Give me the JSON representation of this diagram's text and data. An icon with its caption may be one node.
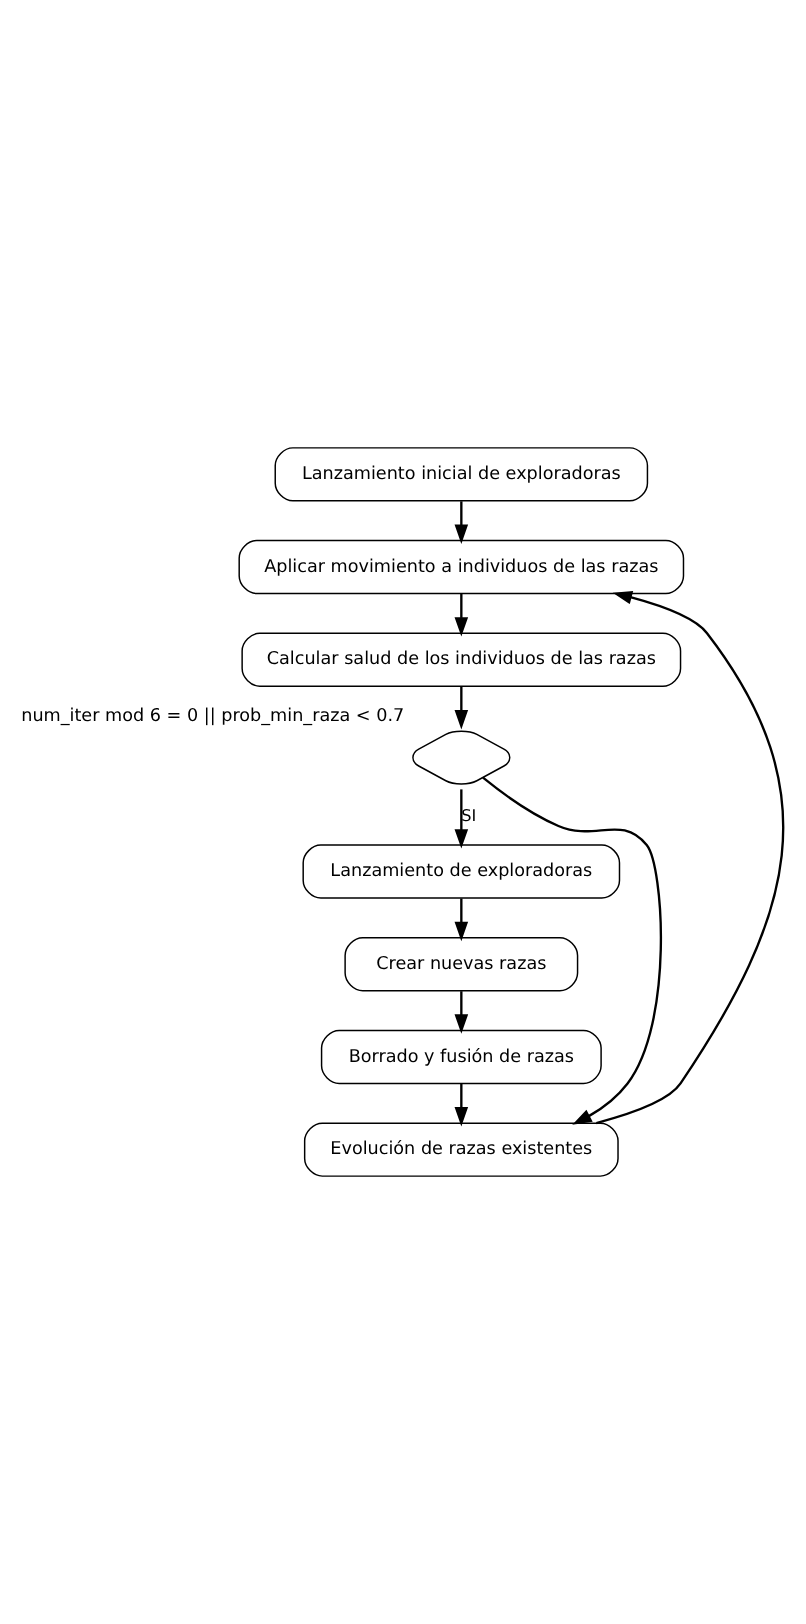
{
  "diagram": {
    "nodes": [
      {
        "text": [
          "Lanzamiento inicial de exploradoras"
        ]
      },
      {
        "text": [
          "Aplicar movimiento a individuos de las razas"
        ]
      },
      {
        "text": [
          "Calcular salud de los individuos de las razas"
        ]
      },
      {
        "text": [],
        "shape": "diamond",
        "beside": [
          "num_iter mod 6 = 0 || prob_min_raza < 0.7"
        ]
      },
      {
        "text": [
          "Lanzamiento de exploradoras"
        ]
      },
      {
        "text": [
          "Crear nuevas razas"
        ]
      },
      {
        "text": [
          "Borrado y fusión de razas"
        ]
      },
      {
        "text": [
          "Evolución de razas existentes"
        ]
      }
    ],
    "edges": [
      {
        "from": 0,
        "to": 1,
        "arrow": "to"
      },
      {
        "from": 1,
        "to": 2,
        "arrow": "to"
      },
      {
        "from": 2,
        "to": 3,
        "arrow": "to"
      },
      {
        "from": 3,
        "to": 4,
        "arrow": "to",
        "label": "SI"
      },
      {
        "from": 4,
        "to": 5,
        "arrow": "to"
      },
      {
        "from": 5,
        "to": 6,
        "arrow": "to"
      },
      {
        "from": 6,
        "to": 7,
        "arrow": "to"
      },
      {
        "from": 3,
        "to": 7,
        "arrow": "to"
      },
      {
        "from": 7,
        "to": 1,
        "arrow": "to"
      }
    ]
  }
}
